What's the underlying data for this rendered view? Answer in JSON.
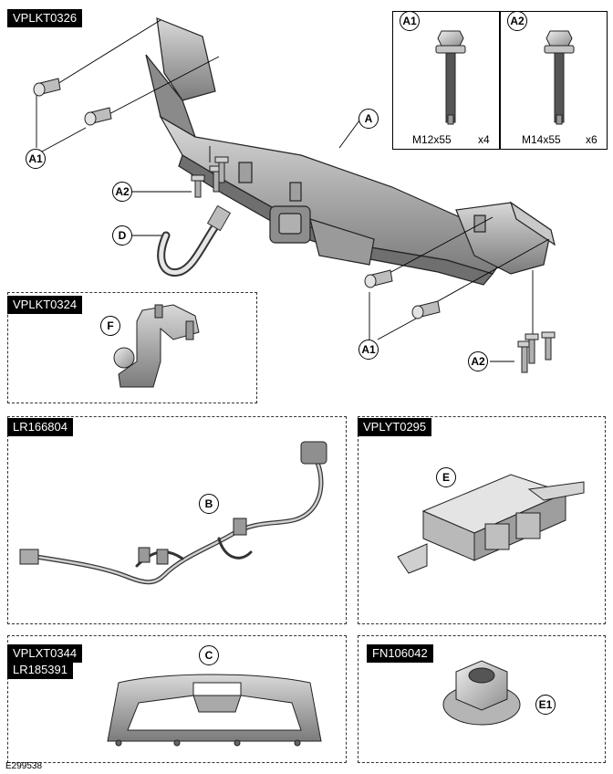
{
  "labels": {
    "main_part": "VPLKT0326",
    "ball_part": "VPLKT0324",
    "harness_part": "LR166804",
    "module_part": "VPLYT0295",
    "cover_part_1": "VPLXT0344",
    "cover_part_2": "LR185391",
    "nut_part": "FN106042"
  },
  "callouts": {
    "A": "A",
    "A1": "A1",
    "A2": "A2",
    "B": "B",
    "C": "C",
    "D": "D",
    "E": "E",
    "E1": "E1",
    "F": "F"
  },
  "fasteners": {
    "a1": {
      "size": "M12x55",
      "qty": "x4"
    },
    "a2": {
      "size": "M14x55",
      "qty": "x6"
    }
  },
  "figure_id": "E299538"
}
